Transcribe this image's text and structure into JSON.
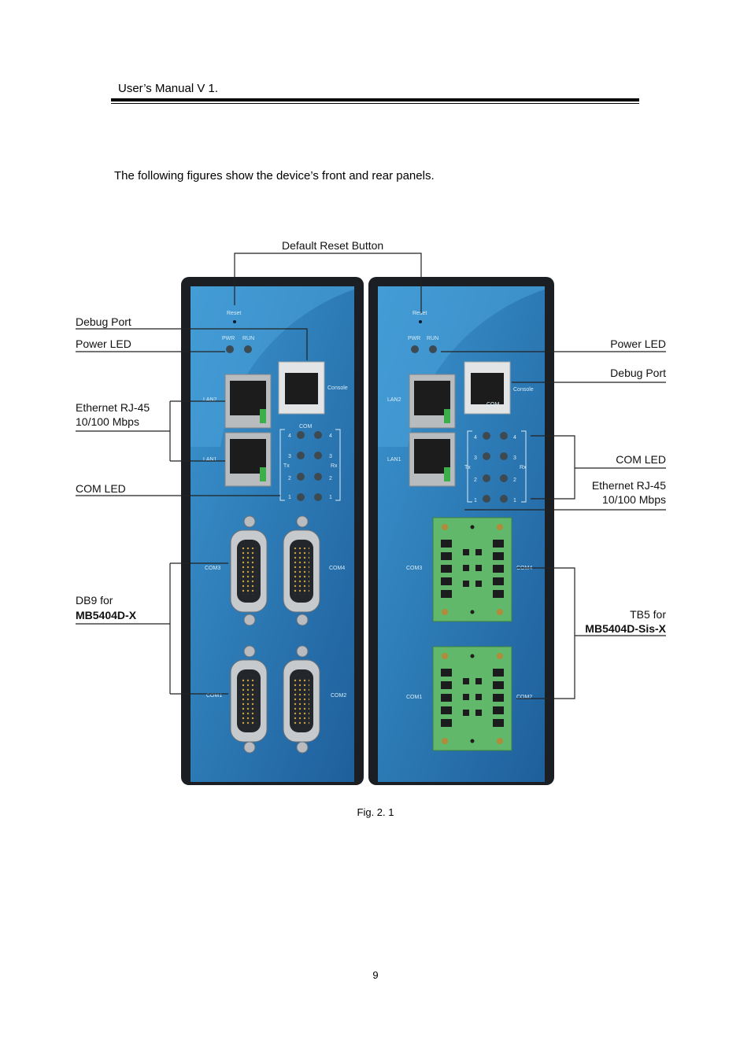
{
  "header": {
    "title": "User’s Manual V 1."
  },
  "intro_text": "The following figures show the device’s front and rear panels.",
  "figure": {
    "callouts": {
      "reset_button": "Default Reset Button",
      "left_debug_port": "Debug Port",
      "left_power_led": "Power LED",
      "left_ethernet_line1": "Ethernet RJ-45",
      "left_ethernet_line2": "10/100 Mbps",
      "left_com_led": "COM LED",
      "db9_line1": "DB9 for",
      "db9_line2": "MB5404D-X",
      "right_power_led": "Power LED",
      "right_debug_port": "Debug Port",
      "right_com_led": "COM LED",
      "right_ethernet_line1": "Ethernet RJ-45",
      "right_ethernet_line2": "10/100 Mbps",
      "tb5_line1": "TB5 for",
      "tb5_line2": "MB5404D-Sis-X"
    },
    "panel_labels": {
      "reset": "Reset",
      "pwr": "PWR",
      "run": "RUN",
      "console": "Console",
      "lan1": "LAN1",
      "lan2": "LAN2",
      "com": "COM",
      "tx": "Tx",
      "rx": "Rx",
      "led_4": "4",
      "led_3": "3",
      "led_2": "2",
      "led_1": "1",
      "com1": "COM1",
      "com2": "COM2",
      "com3": "COM3",
      "com4": "COM4"
    },
    "colors": {
      "panel_blue": "#2f87c3",
      "panel_dark_blue": "#1f5f9a",
      "housing": "#1b1f24",
      "terminal_green": "#62b86a"
    }
  },
  "caption": "Fig. 2. 1",
  "page_number": "9"
}
